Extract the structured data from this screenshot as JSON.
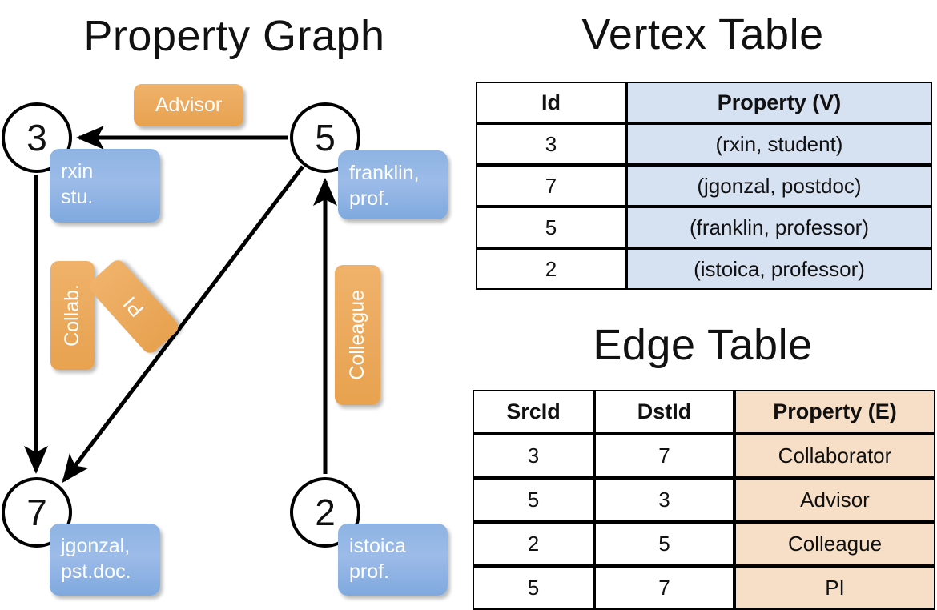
{
  "titles": {
    "property_graph": "Property Graph",
    "vertex_table": "Vertex Table",
    "edge_table": "Edge Table"
  },
  "graph": {
    "nodes": [
      {
        "id": "3",
        "label": "3",
        "property_lines": [
          "rxin",
          "stu."
        ]
      },
      {
        "id": "5",
        "label": "5",
        "property_lines": [
          "franklin,",
          "prof."
        ]
      },
      {
        "id": "7",
        "label": "7",
        "property_lines": [
          "jgonzal,",
          "pst.doc."
        ]
      },
      {
        "id": "2",
        "label": "2",
        "property_lines": [
          "istoica",
          "prof."
        ]
      }
    ],
    "node_properties": {
      "rxin_line1": "rxin",
      "rxin_line2": "stu.",
      "franklin_line1": "franklin,",
      "franklin_line2": "prof.",
      "jgonzal_line1": "jgonzal,",
      "jgonzal_line2": "pst.doc.",
      "istoica_line1": "istoica",
      "istoica_line2": "prof."
    },
    "edge_labels": {
      "advisor": "Advisor",
      "collab": "Collab.",
      "pi": "PI",
      "colleague": "Colleague"
    },
    "edges": [
      {
        "from": "5",
        "to": "3",
        "label": "Advisor"
      },
      {
        "from": "3",
        "to": "7",
        "label": "Collab."
      },
      {
        "from": "5",
        "to": "7",
        "label": "PI"
      },
      {
        "from": "2",
        "to": "5",
        "label": "Colleague"
      }
    ]
  },
  "vertex_table": {
    "headers": [
      "Id",
      "Property (V)"
    ],
    "rows": [
      {
        "id": "3",
        "property": "(rxin, student)"
      },
      {
        "id": "7",
        "property": "(jgonzal, postdoc)"
      },
      {
        "id": "5",
        "property": "(franklin, professor)"
      },
      {
        "id": "2",
        "property": "(istoica, professor)"
      }
    ]
  },
  "edge_table": {
    "headers": [
      "SrcId",
      "DstId",
      "Property (E)"
    ],
    "rows": [
      {
        "src": "3",
        "dst": "7",
        "property": "Collaborator"
      },
      {
        "src": "5",
        "dst": "3",
        "property": "Advisor"
      },
      {
        "src": "2",
        "dst": "5",
        "property": "Colleague"
      },
      {
        "src": "5",
        "dst": "7",
        "property": "PI"
      }
    ]
  },
  "colors": {
    "vertex_property_fill": "#d6e1f2",
    "edge_property_fill": "#f6dfc6",
    "node_callout": "#8eb4e3",
    "edge_callout": "#eba95c",
    "background": "#ffffff",
    "stroke": "#000000"
  }
}
